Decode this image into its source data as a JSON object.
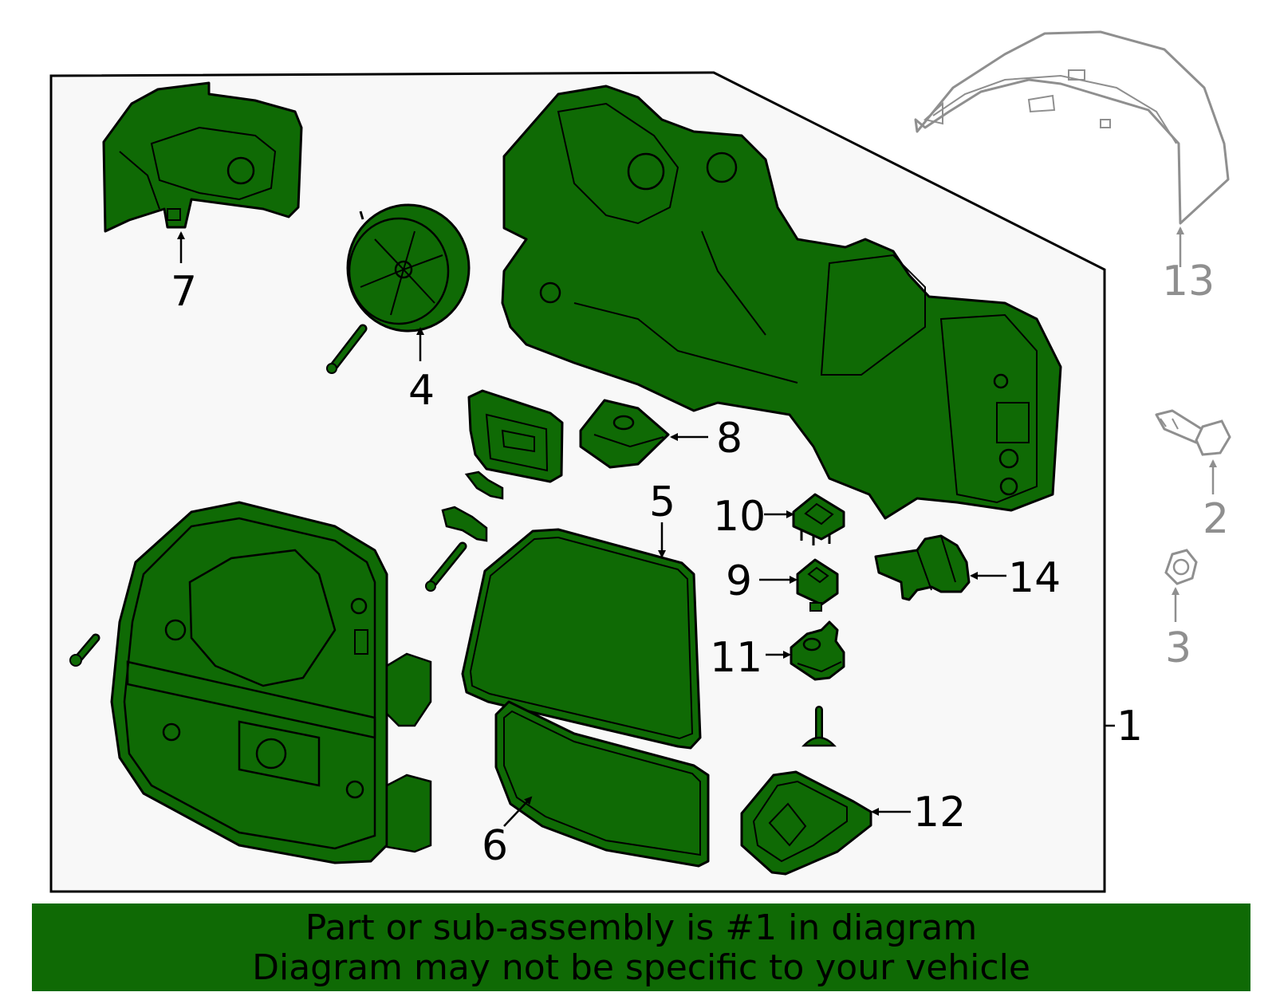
{
  "callouts": {
    "c1": "1",
    "c2": "2",
    "c3": "3",
    "c4": "4",
    "c5": "5",
    "c6": "6",
    "c7": "7",
    "c8": "8",
    "c9": "9",
    "c10": "10",
    "c11": "11",
    "c12": "12",
    "c13": "13",
    "c14": "14"
  },
  "banner": {
    "line1": "Part or sub-assembly is #1 in diagram",
    "line2": "Diagram may not be specific to your vehicle"
  },
  "colors": {
    "part_fill": "#0f6a05",
    "panel_bg": "#f8f8f8",
    "outline": "#000000",
    "external_part": "#8f8f8f",
    "banner_bg": "#0f6a05"
  },
  "parts": [
    {
      "id": "1",
      "name": "mirror-assembly-housing"
    },
    {
      "id": "4",
      "name": "actuator-motor"
    },
    {
      "id": "5",
      "name": "mirror-glass-upper"
    },
    {
      "id": "6",
      "name": "mirror-glass-lower"
    },
    {
      "id": "7",
      "name": "housing-bracket"
    },
    {
      "id": "8",
      "name": "lamp-module"
    },
    {
      "id": "9",
      "name": "switch-small"
    },
    {
      "id": "10",
      "name": "switch-square"
    },
    {
      "id": "11",
      "name": "sensor-clip"
    },
    {
      "id": "12",
      "name": "puddle-lamp"
    },
    {
      "id": "13",
      "name": "mirror-cover-cap"
    },
    {
      "id": "14",
      "name": "connector-harness"
    },
    {
      "id": "2",
      "name": "bolt"
    },
    {
      "id": "3",
      "name": "nut"
    }
  ]
}
